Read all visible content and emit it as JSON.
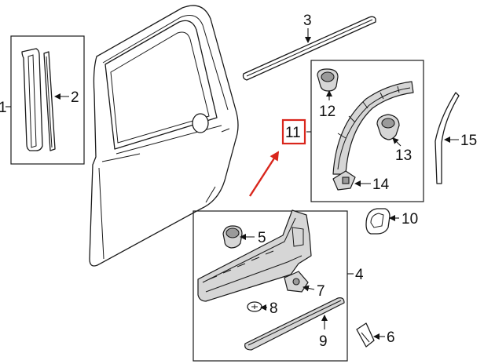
{
  "callouts": {
    "c1": "1",
    "c2": "2",
    "c3": "3",
    "c4": "4",
    "c5": "5",
    "c6": "6",
    "c7": "7",
    "c8": "8",
    "c9": "9",
    "c10": "10",
    "c11": "11",
    "c12": "12",
    "c13": "13",
    "c14": "14",
    "c15": "15"
  },
  "colors": {
    "highlight": "#d9261c",
    "line": "#1a1a1a",
    "shade": "#d6d6d6"
  }
}
